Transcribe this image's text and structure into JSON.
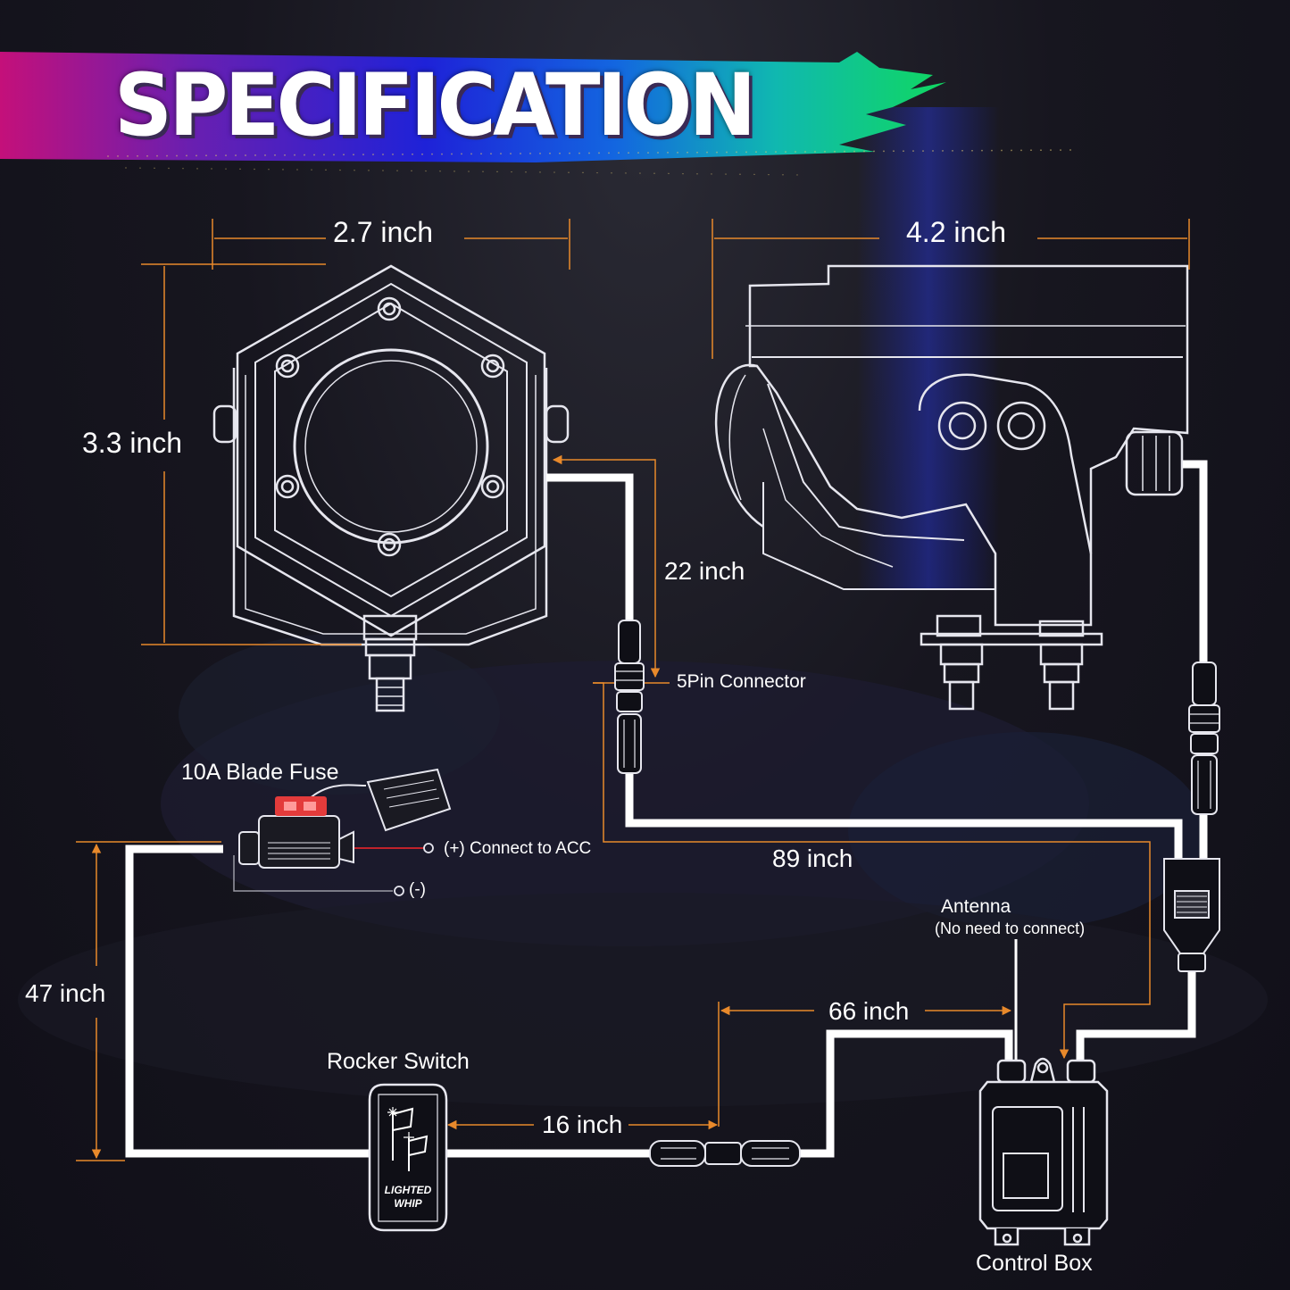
{
  "title": "SPECIFICATION",
  "dimensions": {
    "width_left": "2.7 inch",
    "width_right": "4.2 inch",
    "height_left": "3.3 inch",
    "cable_to_connector": "22 inch",
    "cable_connector_to_box": "89 inch",
    "cable_power_to_switch": "47 inch",
    "cable_switch_to_box": "66 inch",
    "cable_switch_to_connector": "16 inch"
  },
  "labels": {
    "connector": "5Pin Connector",
    "fuse": "10A Blade Fuse",
    "positive": "(+) Connect to ACC",
    "negative": "(-)",
    "antenna": "Antenna",
    "antenna_note": "(No need to connect)",
    "rocker_switch": "Rocker Switch",
    "switch_text_1": "LIGHTED",
    "switch_text_2": "WHIP",
    "control_box": "Control Box"
  },
  "colors": {
    "wire": "#ffffff",
    "dimension_line": "#e8892b",
    "positive_wire": "#d8242b",
    "fuse": "#e33b3b",
    "outline": "#e6e6ee"
  }
}
